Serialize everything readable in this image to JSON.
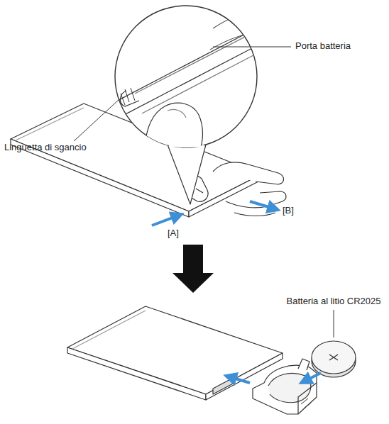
{
  "diagram": {
    "labels": [
      "Porta batteria",
      "Linguetta di sgancio",
      "[A]",
      "[B]",
      "Batteria al litio CR2025"
    ]
  }
}
